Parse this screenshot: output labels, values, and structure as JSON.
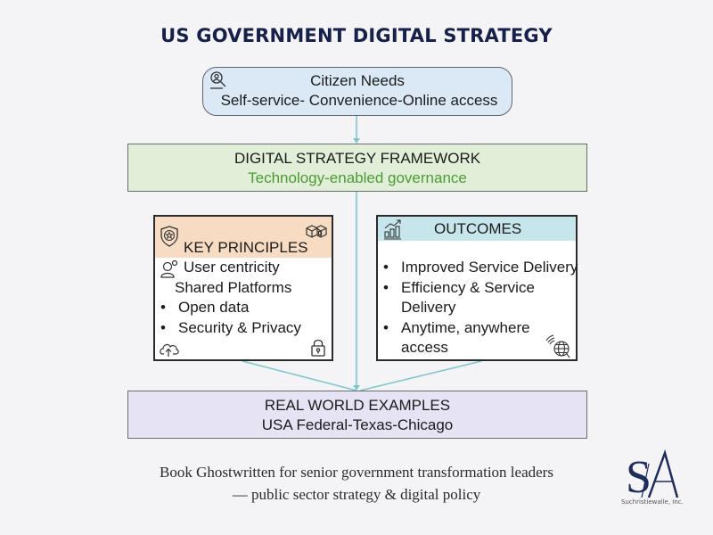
{
  "title": "US GOVERNMENT DIGITAL STRATEGY",
  "citizen_needs": {
    "icon": "search-person-icon",
    "title": "Citizen Needs",
    "subtitle": "Self-service- Convenience-Online access"
  },
  "framework": {
    "title": "DIGITAL STRATEGY FRAMEWORK",
    "subtitle": "Technology-enabled governance"
  },
  "key_principles": {
    "title": "KEY PRINCIPLES",
    "icons": [
      "shield-star-icon",
      "cubes-icon",
      "user-icon",
      "cloud-upload-icon",
      "lock-icon"
    ],
    "items": [
      {
        "bullet": "",
        "text": "User centricity"
      },
      {
        "bullet": "",
        "text": "Shared Platforms"
      },
      {
        "bullet": "•",
        "text": "Open data"
      },
      {
        "bullet": "•",
        "text": "Security & Privacy"
      }
    ]
  },
  "outcomes": {
    "title": "OUTCOMES",
    "icons": [
      "growth-chart-icon",
      "globe-wifi-icon"
    ],
    "items": [
      {
        "bullet": "•",
        "lines": [
          "Improved Service Delivery"
        ]
      },
      {
        "bullet": "•",
        "lines": [
          "Efficiency & Service",
          "Delivery"
        ]
      },
      {
        "bullet": "•",
        "lines": [
          "Anytime, anywhere",
          "access"
        ]
      }
    ]
  },
  "examples": {
    "title": "REAL WORLD EXAMPLES",
    "subtitle": "USA Federal-Texas-Chicago"
  },
  "caption": {
    "line1": "Book Ghostwritten for senior government transformation leaders",
    "line2": "— public sector strategy & digital policy"
  },
  "logo": {
    "monogram": "SA",
    "company": "Suchristiewalle, Inc."
  },
  "colors": {
    "title": "#162048",
    "citizen_bg": "#dbe9f7",
    "framework_bg": "#e2efd8",
    "framework_sub": "#4d9a35",
    "principles_head": "#f7dbc3",
    "outcomes_head": "#c6e6ec",
    "examples_bg": "#e6e3f5",
    "connector": "#7fc7cc"
  }
}
